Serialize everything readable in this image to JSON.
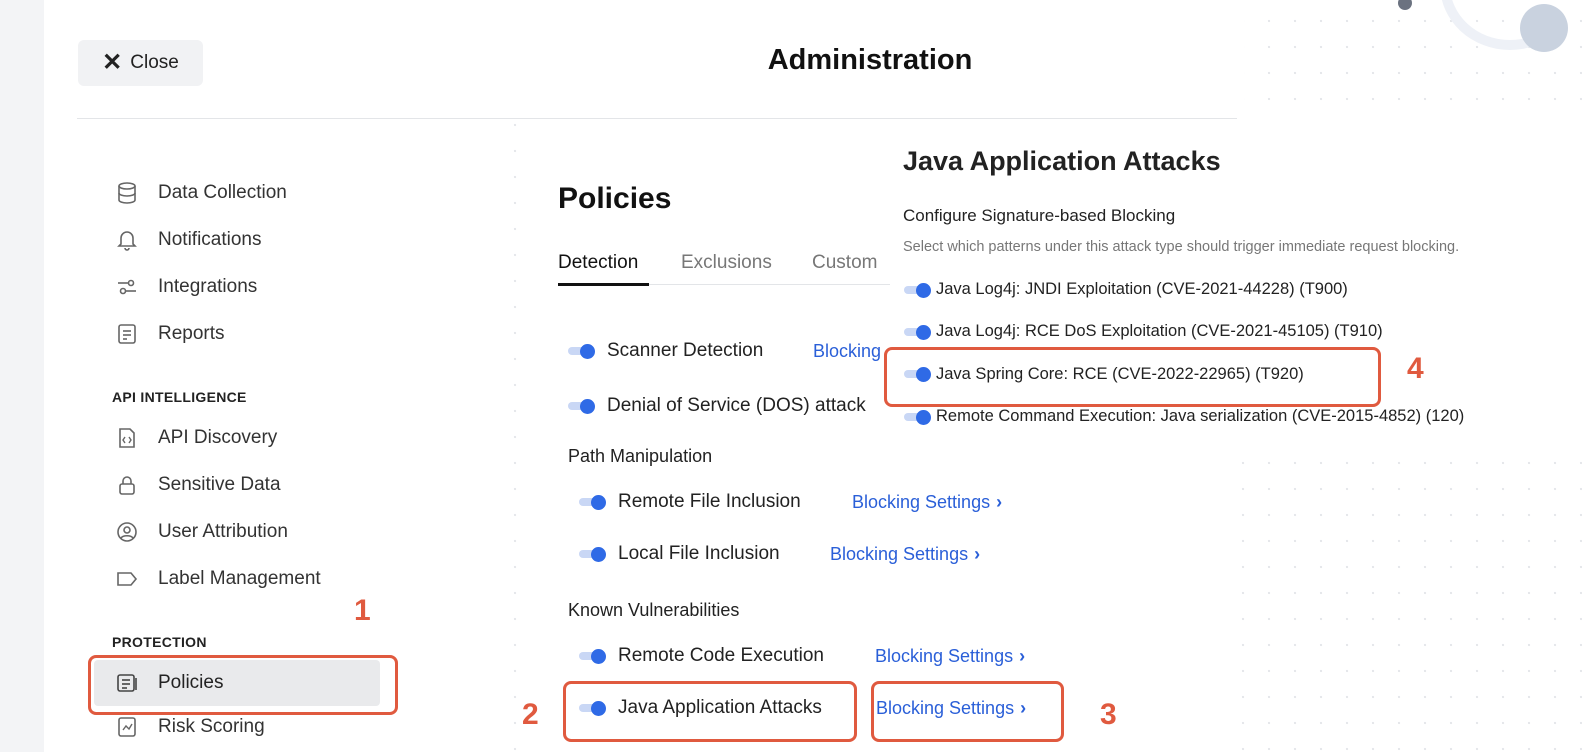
{
  "header": {
    "close_label": "Close",
    "title": "Administration"
  },
  "sidebar": {
    "items": [
      {
        "label": "Data Collection",
        "icon": "database-icon"
      },
      {
        "label": "Notifications",
        "icon": "bell-icon"
      },
      {
        "label": "Integrations",
        "icon": "sliders-icon"
      },
      {
        "label": "Reports",
        "icon": "report-icon"
      }
    ],
    "api_section": "API INTELLIGENCE",
    "api_items": [
      {
        "label": "API Discovery",
        "icon": "code-file-icon"
      },
      {
        "label": "Sensitive Data",
        "icon": "lock-icon"
      },
      {
        "label": "User Attribution",
        "icon": "user-circle-icon"
      },
      {
        "label": "Label Management",
        "icon": "tag-icon"
      }
    ],
    "protection_section": "PROTECTION",
    "protection_items": [
      {
        "label": "Policies",
        "icon": "policy-doc-icon",
        "active": true
      },
      {
        "label": "Risk Scoring",
        "icon": "risk-icon"
      }
    ]
  },
  "main": {
    "title": "Policies",
    "tabs": [
      "Detection",
      "Exclusions",
      "Custom"
    ],
    "rows": [
      {
        "label": "Scanner Detection",
        "link": "Blocking"
      },
      {
        "label": "Denial of Service (DOS) attack"
      }
    ],
    "groups": [
      {
        "label": "Path Manipulation",
        "rows": [
          {
            "label": "Remote File Inclusion",
            "link": "Blocking Settings"
          },
          {
            "label": "Local File Inclusion",
            "link": "Blocking Settings"
          }
        ]
      },
      {
        "label": "Known Vulnerabilities",
        "rows": [
          {
            "label": "Remote Code Execution",
            "link": "Blocking Settings"
          },
          {
            "label": "Java Application Attacks",
            "link": "Blocking Settings"
          }
        ]
      }
    ]
  },
  "popover": {
    "title": "Java Application Attacks",
    "subtitle": "Configure Signature-based Blocking",
    "help": "Select which patterns under this attack type should trigger immediate request blocking.",
    "patterns": [
      "Java Log4j: JNDI Exploitation (CVE-2021-44228) (T900)",
      "Java Log4j: RCE DoS Exploitation (CVE-2021-45105) (T910)",
      "Java Spring Core: RCE (CVE-2022-22965) (T920)",
      "Remote Command Execution: Java serialization (CVE-2015-4852) (120)"
    ]
  },
  "annotations": [
    "1",
    "2",
    "3",
    "4"
  ],
  "colors": {
    "accent": "#2f6ae6",
    "link": "#2a5fd8",
    "annotation": "#e05a3f"
  }
}
